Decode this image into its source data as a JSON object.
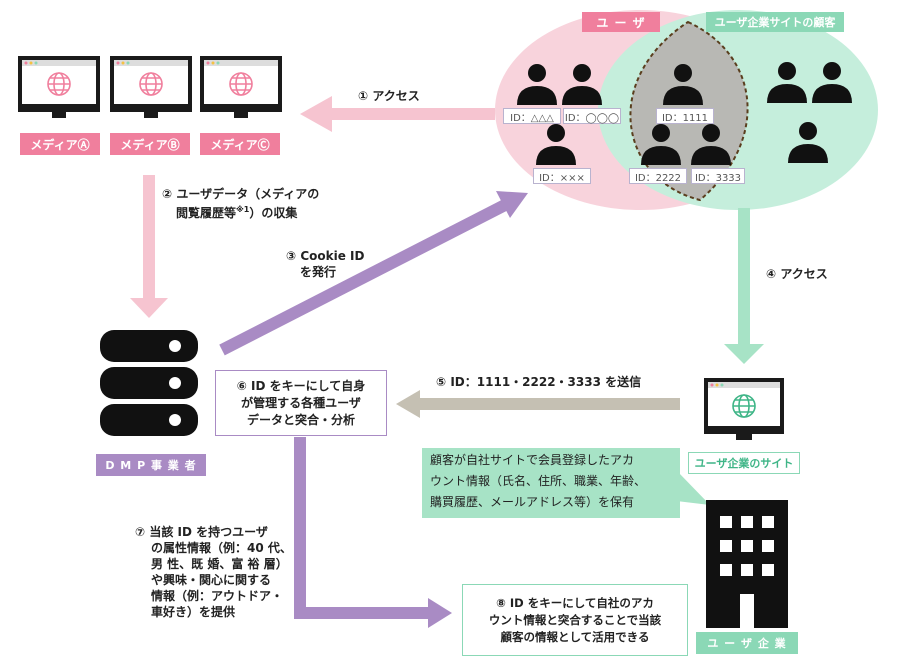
{
  "labels": {
    "user": "ユ ー ザ",
    "customer": "ユーザ企業サイトの顧客",
    "dmp": "D M P 事 業 者",
    "user_company_site": "ユーザ企業のサイト",
    "user_company": "ユ ー ザ 企 業"
  },
  "media": [
    {
      "label": "メディアⒶ"
    },
    {
      "label": "メディアⒷ"
    },
    {
      "label": "メディアⒸ"
    }
  ],
  "ids": [
    "ID：△△△",
    "ID：◯◯◯",
    "ID：1111",
    "ID：×××",
    "ID：2222",
    "ID：3333"
  ],
  "steps": {
    "s1": "① アクセス",
    "s2a": "② ユーザデータ（メディアの",
    "s2b": "閲覧履歴等",
    "s2b_note": "※1",
    "s2c": "）の収集",
    "s3a": "③ Cookie ID",
    "s3b": "を発行",
    "s4": "④ アクセス",
    "s5": "⑤ ID：1111・2222・3333 を送信",
    "s6a": "⑥ ID をキーにして自身",
    "s6b": "が管理する各種ユーザ",
    "s6c": "データと突合・分析",
    "s7a": "⑦ 当該 ID を持つユーザ",
    "s7b": "の属性情報（例：40 代、",
    "s7c": "男 性、既 婚、富 裕 層）",
    "s7d": "や興味・関心に関する",
    "s7e": "情報（例：アウトドア・",
    "s7f": "車好き）を提供",
    "s8a": "⑧ ID をキーにして自社のアカ",
    "s8b": "ウント情報と突合することで当該",
    "s8c": "顧客の情報として活用できる"
  },
  "customer_info": {
    "line1": "顧客が自社サイトで会員登録したアカ",
    "line2": "ウント情報（氏名、住所、職業、年齢、",
    "line3": "購買履歴、メールアドレス等）を保有"
  },
  "colors": {
    "pink": "#f07f9d",
    "pink_light": "#f8d3dc",
    "pink_arrow": "#f6c4d0",
    "mint": "#8bd8b6",
    "mint_light": "#c5eedc",
    "purple": "#a98bc4",
    "gray_arrow": "#c5c0b3",
    "overlap": "#b8b8b4"
  }
}
